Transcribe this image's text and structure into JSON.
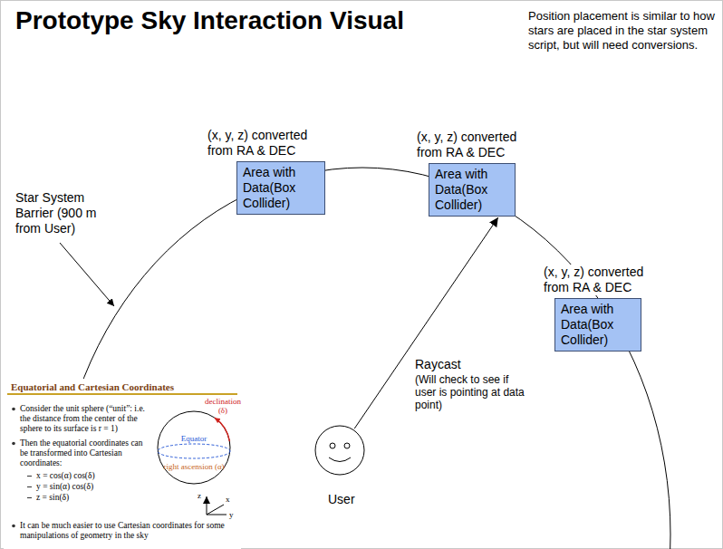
{
  "diagram": {
    "title": "Prototype Sky Interaction Visual",
    "nodes": [
      {
        "text": [
          "(x, y, z) converted from RA & DEC",
          "Area with Data(Box Collider)"
        ]
      },
      {
        "text": [
          "(x, y, z) converted from RA & DEC",
          "Area with Data(Box Collider)"
        ]
      },
      {
        "text": [
          "(x, y, z) converted from RA & DEC",
          "Area with Data(Box Collider)"
        ]
      },
      {
        "text": [
          "User"
        ]
      }
    ],
    "edges": [
      {
        "from": 3,
        "to": 1,
        "arrow": "to",
        "label": "Raycast"
      }
    ],
    "labels": [
      "Position placement is similar to how stars are placed in the star system script, but will need conversions.",
      "Star System Barrier (900 m from User)",
      "(Will check to see if user is pointing at data point)",
      "Equatorial and Cartesian Coordinates",
      "Consider the unit sphere (“unit”: i.e. the distance from the center of the sphere to its surface is r = 1)",
      "declination (δ)",
      "Equator",
      "right ascension (α)",
      "Then the equatorial coordinates can be transformed into Cartesian coordinates:",
      "x = cos(α) cos(δ)",
      "y = sin(α) cos(δ)",
      "z = sin(δ)",
      "z",
      "x",
      "y",
      "It can be much easier to use Cartesian coordinates for some manipulations of geometry in the sky"
    ]
  }
}
